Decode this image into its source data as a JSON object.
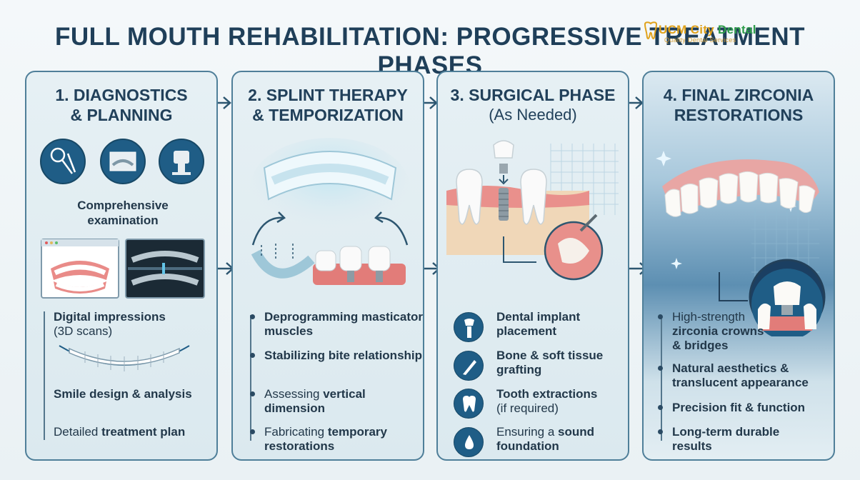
{
  "header": {
    "title": "FULL MOUTH REHABILITATION: PROGRESSIVE TREATMENT PHASES",
    "logo_main_a": "UCM City",
    "logo_main_b": "Dental",
    "logo_sub": "Quality Dental Services"
  },
  "colors": {
    "panel_border": "#4f7f99",
    "title": "#1f3f59",
    "icon_circle": "#1f5d86",
    "logo_gold": "#e0a21b",
    "logo_green": "#2e9d4a"
  },
  "phases": [
    {
      "title_l1": "1. DIAGNOSTICS",
      "title_l2": "& PLANNING",
      "caption_l1": "Comprehensive",
      "caption_l2": "examination",
      "bullets": [
        {
          "bold": "Digital impressions",
          "normal": "(3D scans)"
        },
        {
          "bold": "Smile design & analysis",
          "normal": ""
        },
        {
          "normal": "Detailed",
          "bold": "treatment plan"
        }
      ]
    },
    {
      "title_l1": "2. SPLINT THERAPY",
      "title_l2": "& TEMPORIZATION",
      "bullets": [
        {
          "bold": "Deprogramming masticatory muscles"
        },
        {
          "bold": "Stabilizing bite relationship"
        },
        {
          "normal": "Assessing",
          "bold": "vertical",
          "bold2": "dimension"
        },
        {
          "normal": "Fabricating",
          "bold": "temporary",
          "bold2": "restorations"
        }
      ]
    },
    {
      "title_l1": "3. SURGICAL PHASE",
      "title_l2": "(As Needed)",
      "bullets": [
        {
          "bold": "Dental implant",
          "bold2": "placement",
          "icon": "implant-icon"
        },
        {
          "bold": "Bone & soft tissue",
          "bold2": "grafting",
          "icon": "scalpel-icon"
        },
        {
          "bold": "Tooth extractions",
          "normal2": "(if required)",
          "icon": "tooth-extraction-icon"
        },
        {
          "normal": "Ensuring a",
          "bold": "sound",
          "bold2": "foundation",
          "icon": "foundation-icon"
        }
      ]
    },
    {
      "title_l1": "4. FINAL ZIRCONIA",
      "title_l2": "RESTORATIONS",
      "bullets": [
        {
          "normal": "High-strength",
          "bold": "zirconia crowns",
          "bold2": "& bridges"
        },
        {
          "bold": "Natural aesthetics &",
          "bold2": "translucent appearance"
        },
        {
          "bold": "Precision fit & function"
        },
        {
          "bold": "Long-term durable",
          "bold2": "results"
        }
      ]
    }
  ]
}
